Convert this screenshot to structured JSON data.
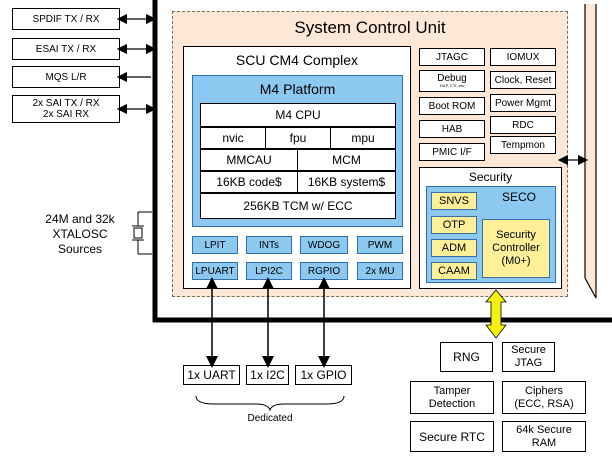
{
  "left_io": [
    "SPDIF TX / RX",
    "ESAI TX / RX",
    "MQS L/R",
    "2x SAI TX / RX",
    "2x SAI RX"
  ],
  "xtal": {
    "line1": "24M and 32k",
    "line2": "XTALOSC",
    "line3": "Sources"
  },
  "scu": {
    "title": "System Control Unit"
  },
  "cm4": {
    "title": "SCU CM4 Complex",
    "platform_title": "M4 Platform",
    "cpu": "M4 CPU",
    "nvic": "nvic",
    "fpu": "fpu",
    "mpu": "mpu",
    "mmcau": "MMCAU",
    "mcm": "MCM",
    "code": "16KB code$",
    "system": "16KB system$",
    "tcm": "256KB TCM w/ ECC",
    "periph_row1": [
      "LPIT",
      "INTs",
      "WDOG",
      "PWM"
    ],
    "periph_row2": [
      "LPUART",
      "LPI2C",
      "RGPIO",
      "2x MU"
    ]
  },
  "right_blocks": {
    "jtagc": "JTAGC",
    "iomux": "IOMUX",
    "debug": "Debug",
    "debug_sub": "DAP, CTI, etc",
    "clock_reset": "Clock, Reset",
    "boot_rom": "Boot ROM",
    "power_mgmt": "Power Mgmt",
    "hab": "HAB",
    "rdc": "RDC",
    "pmic": "PMIC I/F",
    "tempmon": "Tempmon"
  },
  "security": {
    "title": "Security",
    "seco": "SECO",
    "items": [
      "SNVS",
      "OTP",
      "ADM",
      "CAAM"
    ],
    "controller": [
      "Security",
      "Controller",
      "(M0+)"
    ]
  },
  "external": {
    "uart": "1x UART",
    "i2c": "1x I2C",
    "gpio": "1x GPIO",
    "dedicated": "Dedicated",
    "rng": "RNG",
    "secure_jtag": [
      "Secure",
      "JTAG"
    ],
    "tamper": [
      "Tamper",
      "Detection"
    ],
    "ciphers": [
      "Ciphers",
      "(ECC, RSA)"
    ],
    "secure_rtc": "Secure RTC",
    "secure_ram": [
      "64k Secure",
      "RAM"
    ]
  },
  "colors": {
    "scu_fill": "#fde8d8",
    "platform_blue": "#8cc8f0",
    "security_blue": "#8cc8f0",
    "seco_yellow": "#ffef99",
    "arrow_yellow": "#f2f20a"
  }
}
